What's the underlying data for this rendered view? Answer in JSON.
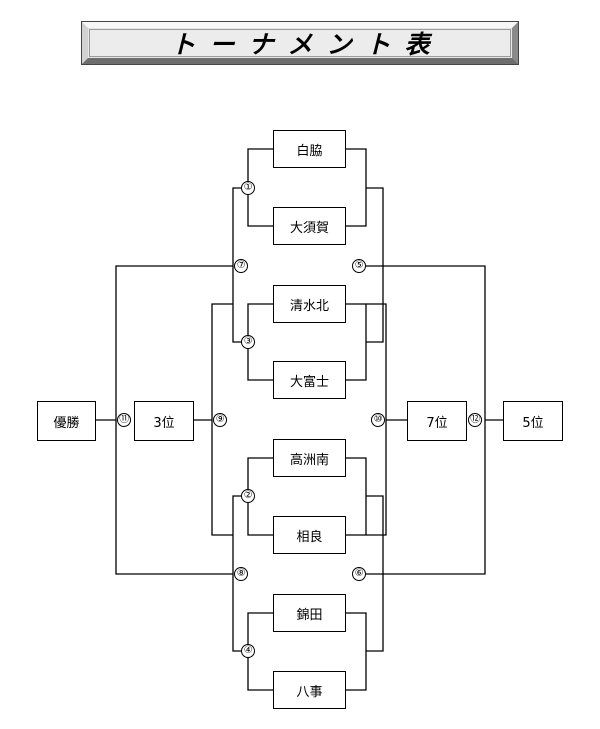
{
  "title": "トーナメント表",
  "teams": [
    "白脇",
    "大須賀",
    "清水北",
    "大富士",
    "高洲南",
    "相良",
    "錦田",
    "八事"
  ],
  "places": {
    "winner": "優勝",
    "third": "3位",
    "seventh": "7位",
    "fifth": "5位"
  },
  "match_numbers": [
    "①",
    "②",
    "③",
    "④",
    "⑤",
    "⑥",
    "⑦",
    "⑧",
    "⑨",
    "⑩",
    "⑪",
    "⑫"
  ]
}
